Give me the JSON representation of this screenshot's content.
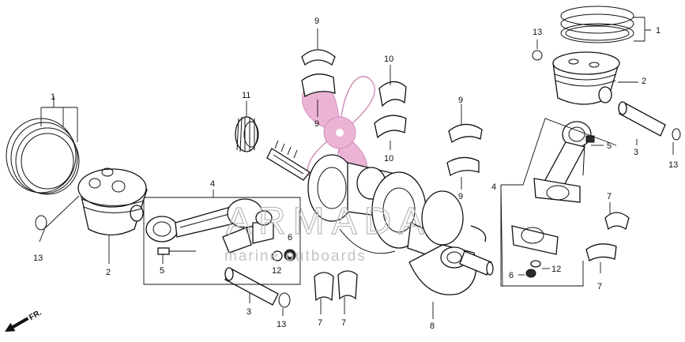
{
  "watermark": {
    "title": "ARMADA",
    "subtitle": "marine outboards",
    "logo_color": "#e8a7cf"
  },
  "direction_label": "FR.",
  "callouts": {
    "c1_left": "1",
    "c13_left": "13",
    "c2_left": "2",
    "c5_left": "5",
    "c4_left": "4",
    "c12_left": "12",
    "c6_left": "6",
    "c3_left": "3",
    "c13_bottom": "13",
    "c7_a": "7",
    "c7_b": "7",
    "c8": "8",
    "c11": "11",
    "c9_top": "9",
    "c9_top_b": "9",
    "c10_a": "10",
    "c10_b": "10",
    "c9_mid": "9",
    "c9_mid_b": "9",
    "c13_right_top": "13",
    "c1_right": "1",
    "c2_right": "2",
    "c3_right": "3",
    "c13_right": "13",
    "c5_right": "5",
    "c4_right": "4",
    "c12_right": "12",
    "c6_right": "6",
    "c7_right_a": "7",
    "c7_right_b": "7"
  }
}
